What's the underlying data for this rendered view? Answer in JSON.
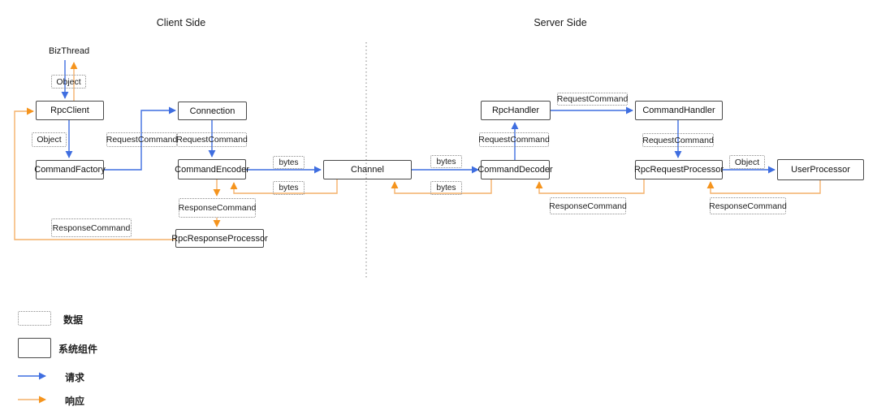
{
  "titles": {
    "client": "Client Side",
    "server": "Server Side"
  },
  "colors": {
    "request_blue": "#3f6ee0",
    "response_orange_line": "#f4b06a",
    "response_orange_head": "#f5941d",
    "box_border": "#4a4a4a",
    "dashed_border": "#8c8c8c",
    "divider": "#999999"
  },
  "nodes": {
    "biz_thread": "BizThread",
    "rpc_client": "RpcClient",
    "connection": "Connection",
    "command_factory": "CommandFactory",
    "command_encoder": "CommandEncoder",
    "channel": "Channel",
    "rpc_response_processor": "RpcResponseProcessor",
    "command_decoder": "CommandDecoder",
    "rpc_handler": "RpcHandler",
    "command_handler": "CommandHandler",
    "rpc_request_processor": "RpcRequestProcessor",
    "user_processor": "UserProcessor"
  },
  "data_labels": {
    "object": "Object",
    "request_command": "RequestCommand",
    "response_command": "ResponseCommand",
    "bytes": "bytes"
  },
  "legend": {
    "data": "数据",
    "component": "系统组件",
    "request": "请求",
    "response": "响应"
  }
}
